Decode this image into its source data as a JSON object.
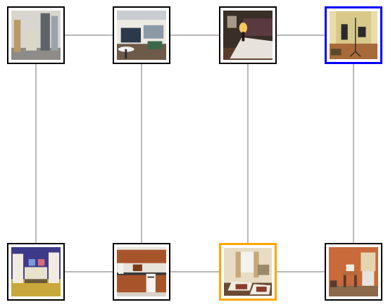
{
  "board": {
    "rooms": [
      {
        "id": "r1",
        "col": 0,
        "row": 0,
        "scene": "hallway-room",
        "state": "normal",
        "colors": {
          "wall": "#d8d6cf",
          "floor": "#8e8c88",
          "accent": "#b89a64",
          "door": "#dcd8c8",
          "dark": "#5d6368"
        }
      },
      {
        "id": "r2",
        "col": 1,
        "row": 0,
        "scene": "office-room",
        "state": "normal",
        "colors": {
          "wall": "#eceae2",
          "floor": "#6e5a48",
          "accent": "#2b3a4a",
          "desk": "#f2f2f0",
          "dark": "#2a2a2a"
        }
      },
      {
        "id": "r3",
        "col": 2,
        "row": 0,
        "scene": "bedroom-room",
        "state": "normal",
        "colors": {
          "wall": "#3a2e28",
          "floor": "#5a3a2a",
          "accent": "#f5c860",
          "bed": "#e8e2dc",
          "dark": "#1e1612"
        }
      },
      {
        "id": "r4",
        "col": 3,
        "row": 0,
        "scene": "studio-room",
        "state": "current",
        "colors": {
          "wall": "#d8c88a",
          "floor": "#a86a3a",
          "accent": "#e8dca8",
          "stand": "#2a2a2a",
          "dark": "#5a4a2a"
        }
      },
      {
        "id": "r5",
        "col": 0,
        "row": 1,
        "scene": "playroom-room",
        "state": "normal",
        "colors": {
          "wall": "#3e3a8a",
          "floor": "#c8a83a",
          "accent": "#e8e2cc",
          "desk": "#f0ece0",
          "dark": "#6a5a3a"
        }
      },
      {
        "id": "r6",
        "col": 1,
        "row": 1,
        "scene": "kitchen-room",
        "state": "normal",
        "colors": {
          "wall": "#e8e4dc",
          "floor": "#d8d4cc",
          "accent": "#a8542a",
          "counter": "#3a3a3a",
          "dark": "#7a3a1a"
        }
      },
      {
        "id": "r7",
        "col": 2,
        "row": 1,
        "scene": "hotel-room",
        "state": "goal",
        "colors": {
          "wall": "#e8dcc4",
          "floor": "#6a4a32",
          "accent": "#c8a878",
          "bed": "#f0ece4",
          "dark": "#8a3a2a"
        }
      },
      {
        "id": "r8",
        "col": 3,
        "row": 1,
        "scene": "workroom-room",
        "state": "normal",
        "colors": {
          "wall": "#c86a3a",
          "floor": "#8a6a4a",
          "accent": "#e8e4dc",
          "desk": "#b86a3a",
          "dark": "#5a3a2a"
        }
      }
    ],
    "connections": [
      [
        "r1",
        "r2"
      ],
      [
        "r2",
        "r3"
      ],
      [
        "r3",
        "r4"
      ],
      [
        "r5",
        "r6"
      ],
      [
        "r6",
        "r7"
      ],
      [
        "r7",
        "r8"
      ],
      [
        "r1",
        "r5"
      ],
      [
        "r2",
        "r6"
      ],
      [
        "r3",
        "r7"
      ],
      [
        "r4",
        "r8"
      ]
    ],
    "colors": {
      "edge": "#8c8c8c",
      "tile_border": "#000000",
      "current_border": "#0000ff",
      "goal_border": "#ffa500"
    }
  }
}
